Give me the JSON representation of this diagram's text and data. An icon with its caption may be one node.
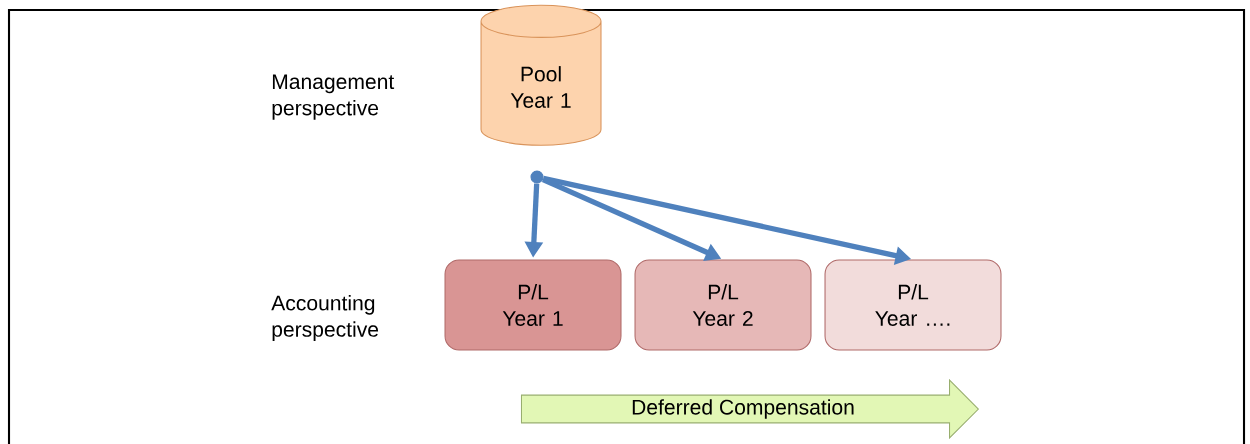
{
  "diagram": {
    "nodes": [
      {
        "text": [
          "Pool Year 1"
        ]
      },
      {
        "text": [],
        "shape": "circle"
      },
      {
        "text": [
          "P/L Year 1"
        ]
      },
      {
        "text": [
          "P/L Year 2"
        ]
      },
      {
        "text": [
          "P/L Year …."
        ]
      },
      {
        "text": [
          "Deferred Compensation"
        ]
      }
    ],
    "edges": [
      {
        "from": 1,
        "to": 2,
        "arrow": "to"
      },
      {
        "from": 1,
        "to": 3,
        "arrow": "to"
      },
      {
        "from": 1,
        "to": 4,
        "arrow": "to"
      }
    ],
    "labels": [
      "Management perspective",
      "Accounting perspective"
    ]
  }
}
